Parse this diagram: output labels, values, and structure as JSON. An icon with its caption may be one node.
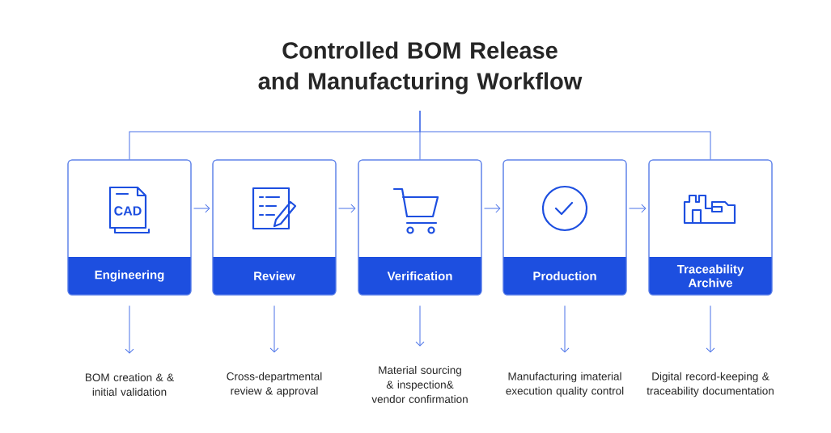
{
  "diagram": {
    "title": "Controlled BOM Release and Manufacturing Workflow",
    "nodes": [
      {
        "text": [
          "Engineering"
        ]
      },
      {
        "text": [
          "Review"
        ]
      },
      {
        "text": [
          "Verification"
        ]
      },
      {
        "text": [
          "Production"
        ]
      },
      {
        "text": [
          "Traceability Archive"
        ]
      },
      {
        "text": [
          "BOM creation & & initial validation"
        ]
      },
      {
        "text": [
          "Cross-departmental review & approval"
        ]
      },
      {
        "text": [
          "Material sourcing & inspection& vendor confirmation"
        ]
      },
      {
        "text": [
          "Manufacturing imaterial execution quality control"
        ]
      },
      {
        "text": [
          "Digital record-keeping & traceability documentation"
        ]
      }
    ],
    "edges": [
      {
        "from": 0,
        "to": 1,
        "arrow": "to"
      },
      {
        "from": 1,
        "to": 2,
        "arrow": "to"
      },
      {
        "from": 2,
        "to": 3,
        "arrow": "to"
      },
      {
        "from": 3,
        "to": 4,
        "arrow": "to"
      },
      {
        "from": 0,
        "to": 5,
        "arrow": "to"
      },
      {
        "from": 1,
        "to": 6,
        "arrow": "to"
      },
      {
        "from": 2,
        "to": 7,
        "arrow": "to"
      },
      {
        "from": 3,
        "to": 8,
        "arrow": "to"
      },
      {
        "from": 4,
        "to": 9,
        "arrow": "to"
      },
      {
        "from": null,
        "to": 0,
        "arrow": "none"
      },
      {
        "from": null,
        "to": 2,
        "arrow": "none"
      },
      {
        "from": null,
        "to": 4,
        "arrow": "none"
      }
    ],
    "labels": [
      "CAD"
    ]
  }
}
